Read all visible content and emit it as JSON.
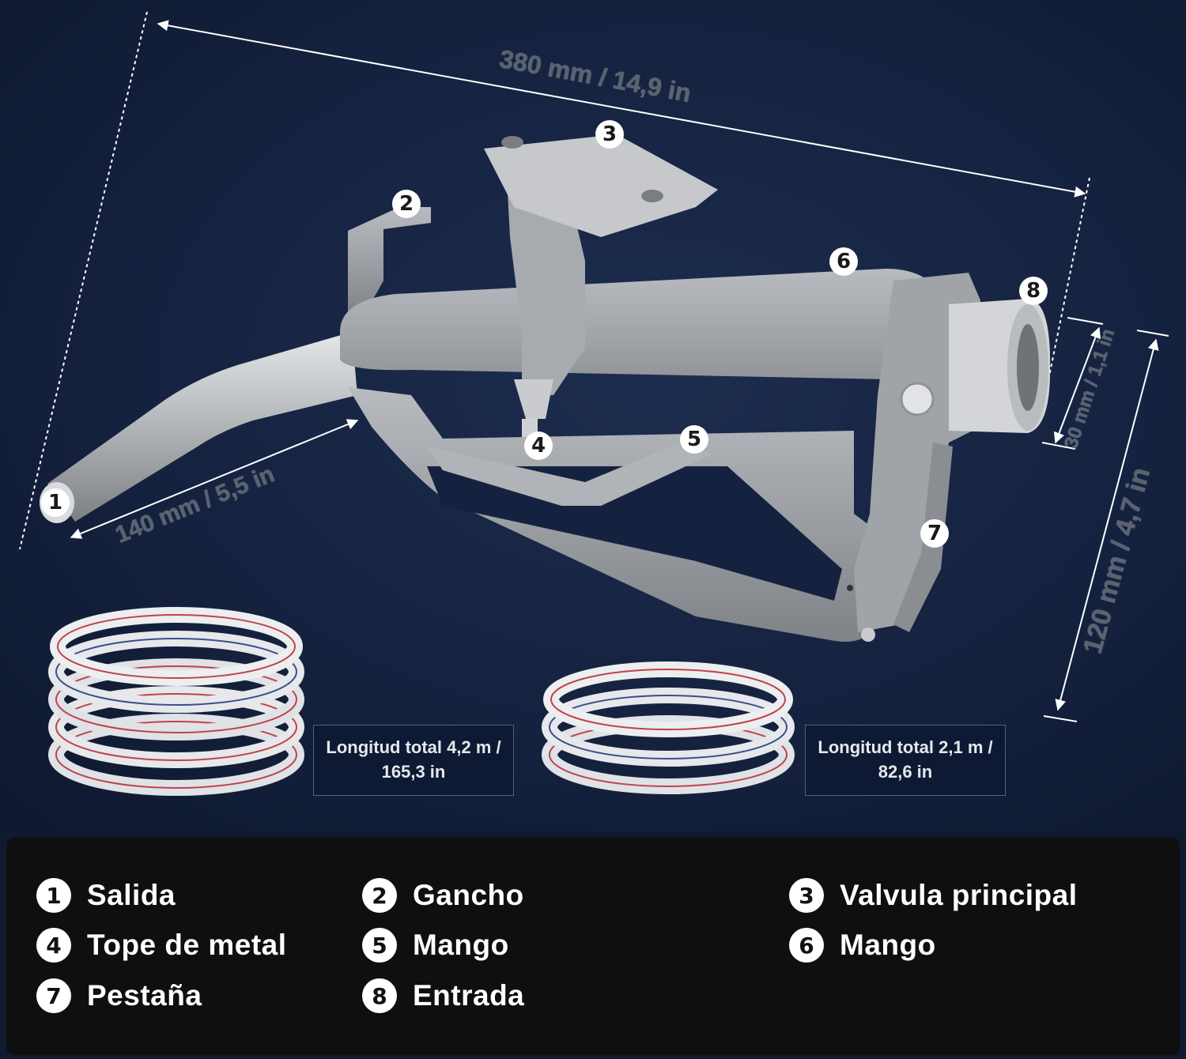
{
  "dimensions": {
    "total_length": "380 mm / 14,9 in",
    "spout_length": "140 mm / 5,5 in",
    "inlet_size": "30 mm / 1,1 in",
    "height": "120 mm / 4,7 in"
  },
  "callouts": [
    "1",
    "2",
    "3",
    "4",
    "5",
    "6",
    "7",
    "8"
  ],
  "hoses": [
    {
      "label": "Longitud total 4,2 m / 165,3 in"
    },
    {
      "label": "Longitud total 2,1 m / 82,6 in"
    }
  ],
  "legend": [
    {
      "number": "1",
      "label": "Salida"
    },
    {
      "number": "2",
      "label": "Gancho"
    },
    {
      "number": "3",
      "label": "Valvula principal"
    },
    {
      "number": "4",
      "label": "Tope de metal"
    },
    {
      "number": "5",
      "label": "Mango"
    },
    {
      "number": "6",
      "label": "Mango"
    },
    {
      "number": "7",
      "label": "Pestaña"
    },
    {
      "number": "8",
      "label": "Entrada"
    }
  ],
  "colors": {
    "background": "#15223f",
    "legend_background": "#0f0f10",
    "nozzle_gray": "#9a9da2",
    "badge": "#ffffff"
  }
}
